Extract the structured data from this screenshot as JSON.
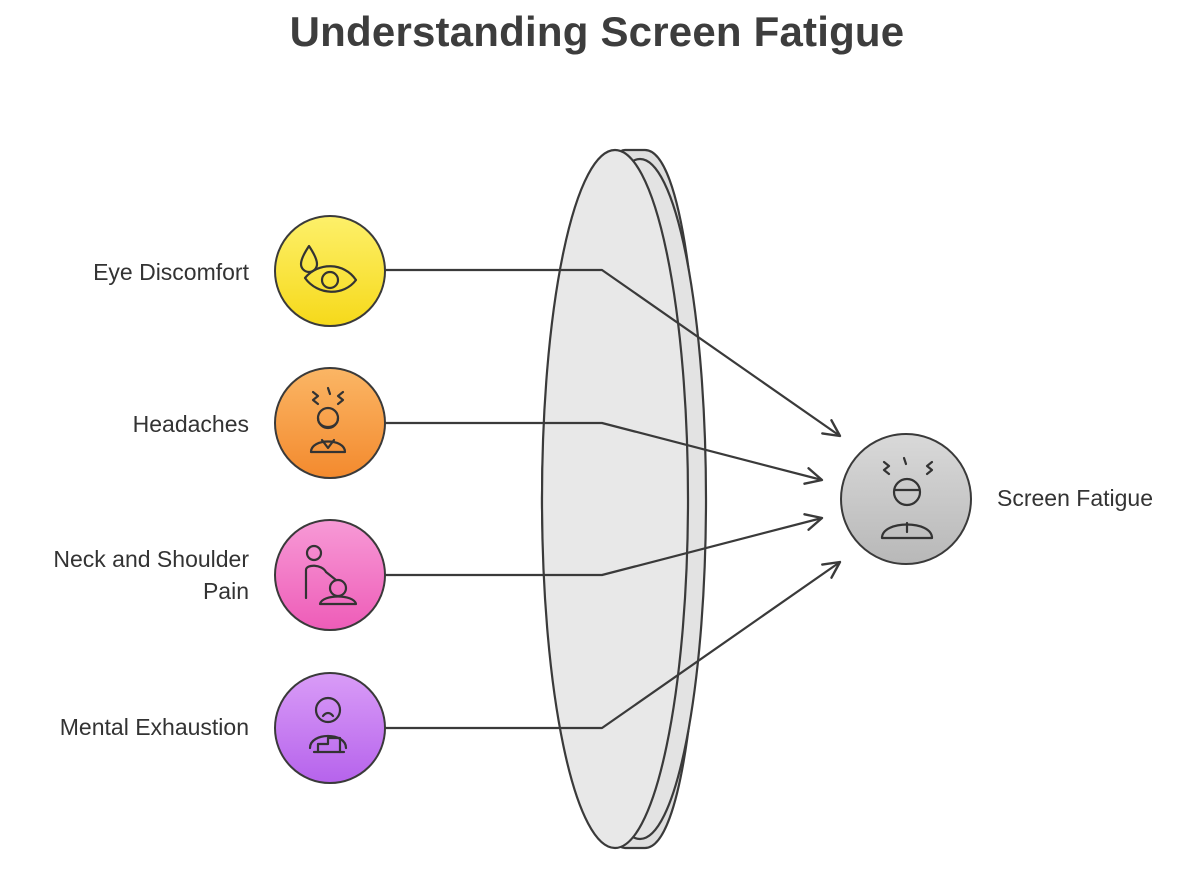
{
  "title": "Understanding Screen Fatigue",
  "causes": [
    {
      "label": "Eye Discomfort",
      "icon": "eye-tear-icon",
      "color": "#fbe43a"
    },
    {
      "label": "Headaches",
      "icon": "headache-person-icon",
      "color": "#f7a148"
    },
    {
      "label": "Neck and Shoulder\nPain",
      "icon": "neck-pain-person-icon",
      "color": "#f279c7"
    },
    {
      "label": "Mental Exhaustion",
      "icon": "exhausted-person-icon",
      "color": "#c77cf2"
    }
  ],
  "effect": {
    "label": "Screen Fatigue",
    "icon": "stressed-person-icon",
    "color": "#c8c8c8"
  }
}
